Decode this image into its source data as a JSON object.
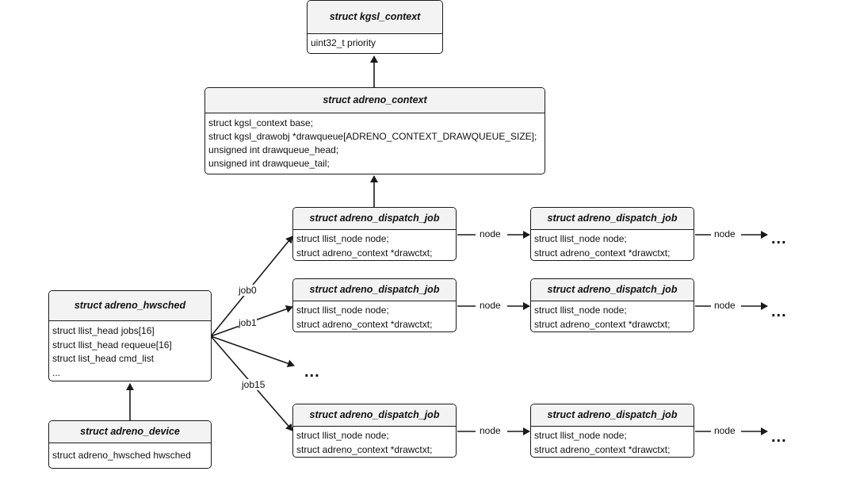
{
  "kgsl_context": {
    "title": "struct kgsl_context",
    "fields": [
      "uint32_t priority"
    ]
  },
  "adreno_context": {
    "title": "struct adreno_context",
    "fields": [
      "struct kgsl_context base;",
      "struct kgsl_drawobj *drawqueue[ADRENO_CONTEXT_DRAWQUEUE_SIZE];",
      "unsigned int drawqueue_head;",
      "unsigned int drawqueue_tail;"
    ]
  },
  "adreno_hwsched": {
    "title": "struct adreno_hwsched",
    "fields": [
      "struct llist_head jobs[16]",
      "struct llist_head requeue[16]",
      "struct list_head cmd_list",
      "..."
    ]
  },
  "adreno_device": {
    "title": "struct adreno_device",
    "fields": [
      "struct adreno_hwsched hwsched"
    ]
  },
  "dispatch_job": {
    "title": "struct adreno_dispatch_job",
    "fields": [
      "struct llist_node node;",
      "struct adreno_context *drawctxt;"
    ]
  },
  "edge_labels": {
    "job0": "job0",
    "job1": "job1",
    "job15": "job15",
    "node": "node"
  },
  "ellipsis": "..."
}
